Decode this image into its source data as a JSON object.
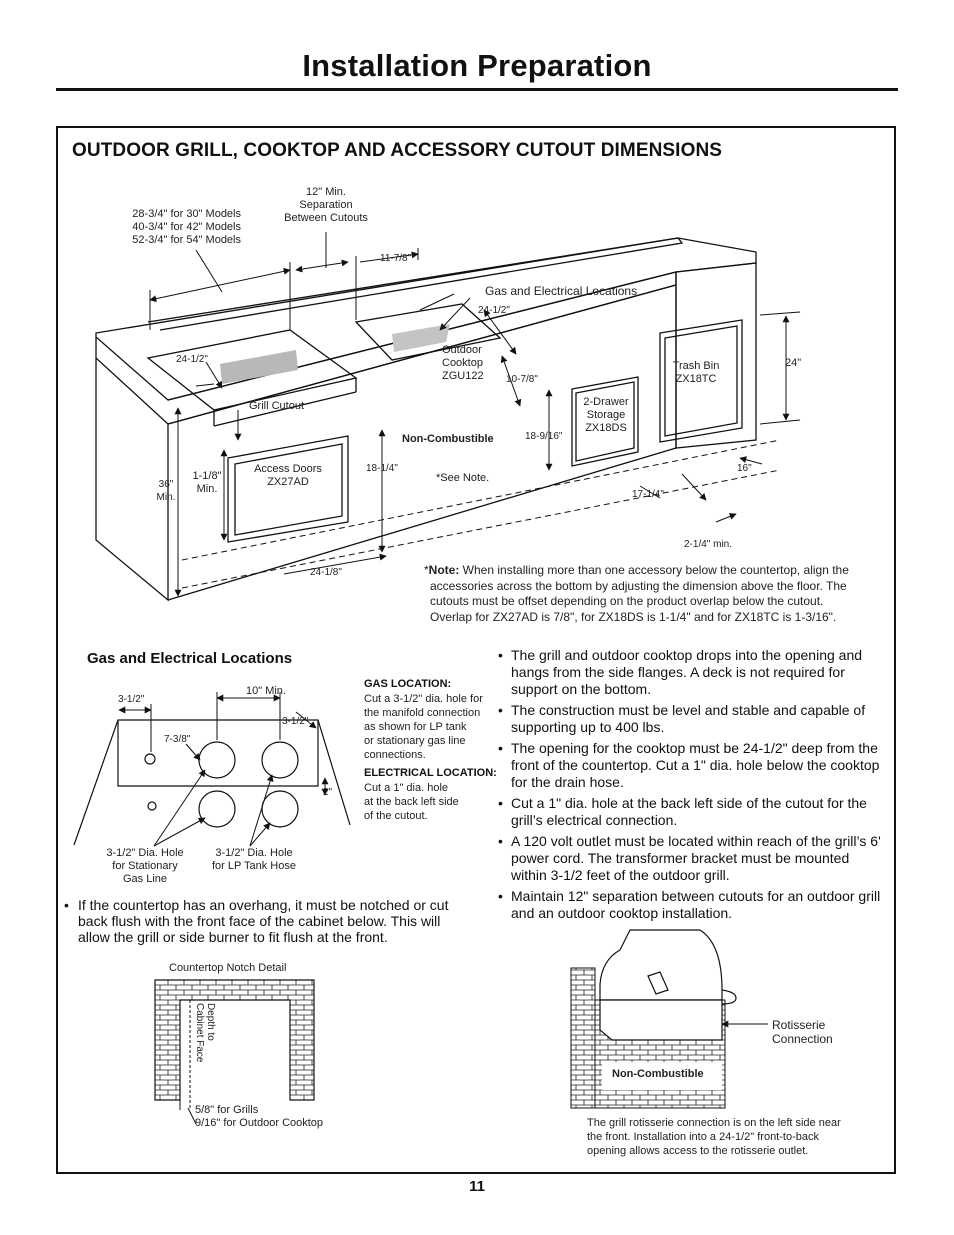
{
  "page": {
    "title": "Installation Preparation",
    "section_title": "OUTDOOR GRILL, COOKTOP AND ACCESSORY CUTOUT DIMENSIONS",
    "page_number": "11"
  },
  "main_diagram": {
    "grill_widths": [
      "28-3/4\" for 30\" Models",
      "40-3/4\" for 42\" Models",
      "52-3/4\" for 54\" Models"
    ],
    "separation": [
      "12\" Min.",
      "Separation",
      "Between Cutouts"
    ],
    "dim_11_7_8": "11-7/8\"",
    "gas_elec_locations": "Gas and Electrical Locations",
    "dim_24_1_2_top": "24-1/2\"",
    "dim_24_1_2_left": "24-1/2\"",
    "cooktop": [
      "Outdoor",
      "Cooktop",
      "ZGU122"
    ],
    "dim_10_7_8": "10-7/8\"",
    "trash_bin": [
      "Trash Bin",
      "ZX18TC"
    ],
    "dim_24": "24\"",
    "drawer": [
      "2-Drawer",
      "Storage",
      "ZX18DS"
    ],
    "grill_cutout": "Grill Cutout",
    "non_combustible": "Non-Combustible",
    "dim_18_9_16": "18-9/16\"",
    "dim_36": [
      "36\"",
      "Min."
    ],
    "dim_1_1_8": [
      "1-1/8\"",
      "Min."
    ],
    "access_doors": [
      "Access Doors",
      "ZX27AD"
    ],
    "dim_18_1_4": "18-1/4\"",
    "see_note": "*See Note.",
    "dim_16": "16\"",
    "dim_17_1_4": "17-1/4\"",
    "dim_2_1_4": "2-1/4\" min.",
    "dim_24_1_8": "24-1/8\""
  },
  "note": {
    "prefix": "*",
    "label": "Note:",
    "lines": [
      " When installing more than one accessory below the countertop, align the",
      "accessories across the bottom by adjusting the dimension above the floor. The",
      "cutouts must be offset depending on the product overlap below the cutout.",
      "Overlap for ZX27AD is 7/8\", for ZX18DS is 1-1/4\" and for ZX18TC is 1-3/16\"."
    ]
  },
  "gas_section": {
    "heading": "Gas and Electrical Locations",
    "dim_3_1_2_left": "3-1/2\"",
    "dim_10_min": "10\" Min.",
    "dim_3_1_2_right": "3-1/2\"",
    "dim_7_3_8": "7-3/8\"",
    "dim_2": "2\"",
    "hole_stationary": [
      "3-1/2\" Dia. Hole",
      "for Stationary",
      "Gas Line"
    ],
    "hole_lp": [
      "3-1/2\" Dia. Hole",
      "for LP Tank Hose"
    ],
    "gas_location_title": "GAS LOCATION:",
    "gas_location_lines": [
      "Cut a 3-1/2\" dia. hole for",
      "the manifold connection",
      "as shown for LP tank",
      "or stationary gas line",
      "connections."
    ],
    "electrical_location_title": "ELECTRICAL LOCATION:",
    "electrical_location_lines": [
      "Cut a 1\" dia. hole",
      "at the back left side",
      "of the cutout."
    ]
  },
  "bullets": [
    "The grill and outdoor cooktop drops into the opening and hangs from the side flanges. A deck is not required for support on the bottom.",
    "The construction must be level and stable and capable of supporting up to 400 lbs.",
    "The opening for the cooktop must be 24-1/2\" deep from the front of the countertop. Cut a 1\" dia. hole below the cooktop for the drain hose.",
    "Cut a 1\" dia. hole at the back left side of the cutout for the grill’s electrical connection.",
    "A 120 volt outlet must be located within reach of the grill’s 6' power cord. The transformer bracket must be mounted within 3-1/2 feet of the outdoor grill.",
    "Maintain 12\" separation between cutouts for an outdoor grill and an outdoor cooktop installation."
  ],
  "overhang_text": "If the countertop has an overhang, it must be notched or cut back flush with the front face of the cabinet below. This will allow the grill or side burner to fit flush at the front.",
  "notch_detail": {
    "title": "Countertop Notch Detail",
    "depth_label": [
      "Depth to",
      "Cabinet Face"
    ],
    "notch_values": [
      "5/8\" for Grills",
      "9/16\" for Outdoor Cooktop"
    ]
  },
  "rotisserie": {
    "connection_label": [
      "Rotisserie",
      "Connection"
    ],
    "non_combustible": "Non-Combustible",
    "caption": [
      "The grill rotisserie connection is on the left side near",
      "the front. Installation into a 24-1/2\" front-to-back",
      "opening allows access to the rotisserie outlet."
    ]
  }
}
